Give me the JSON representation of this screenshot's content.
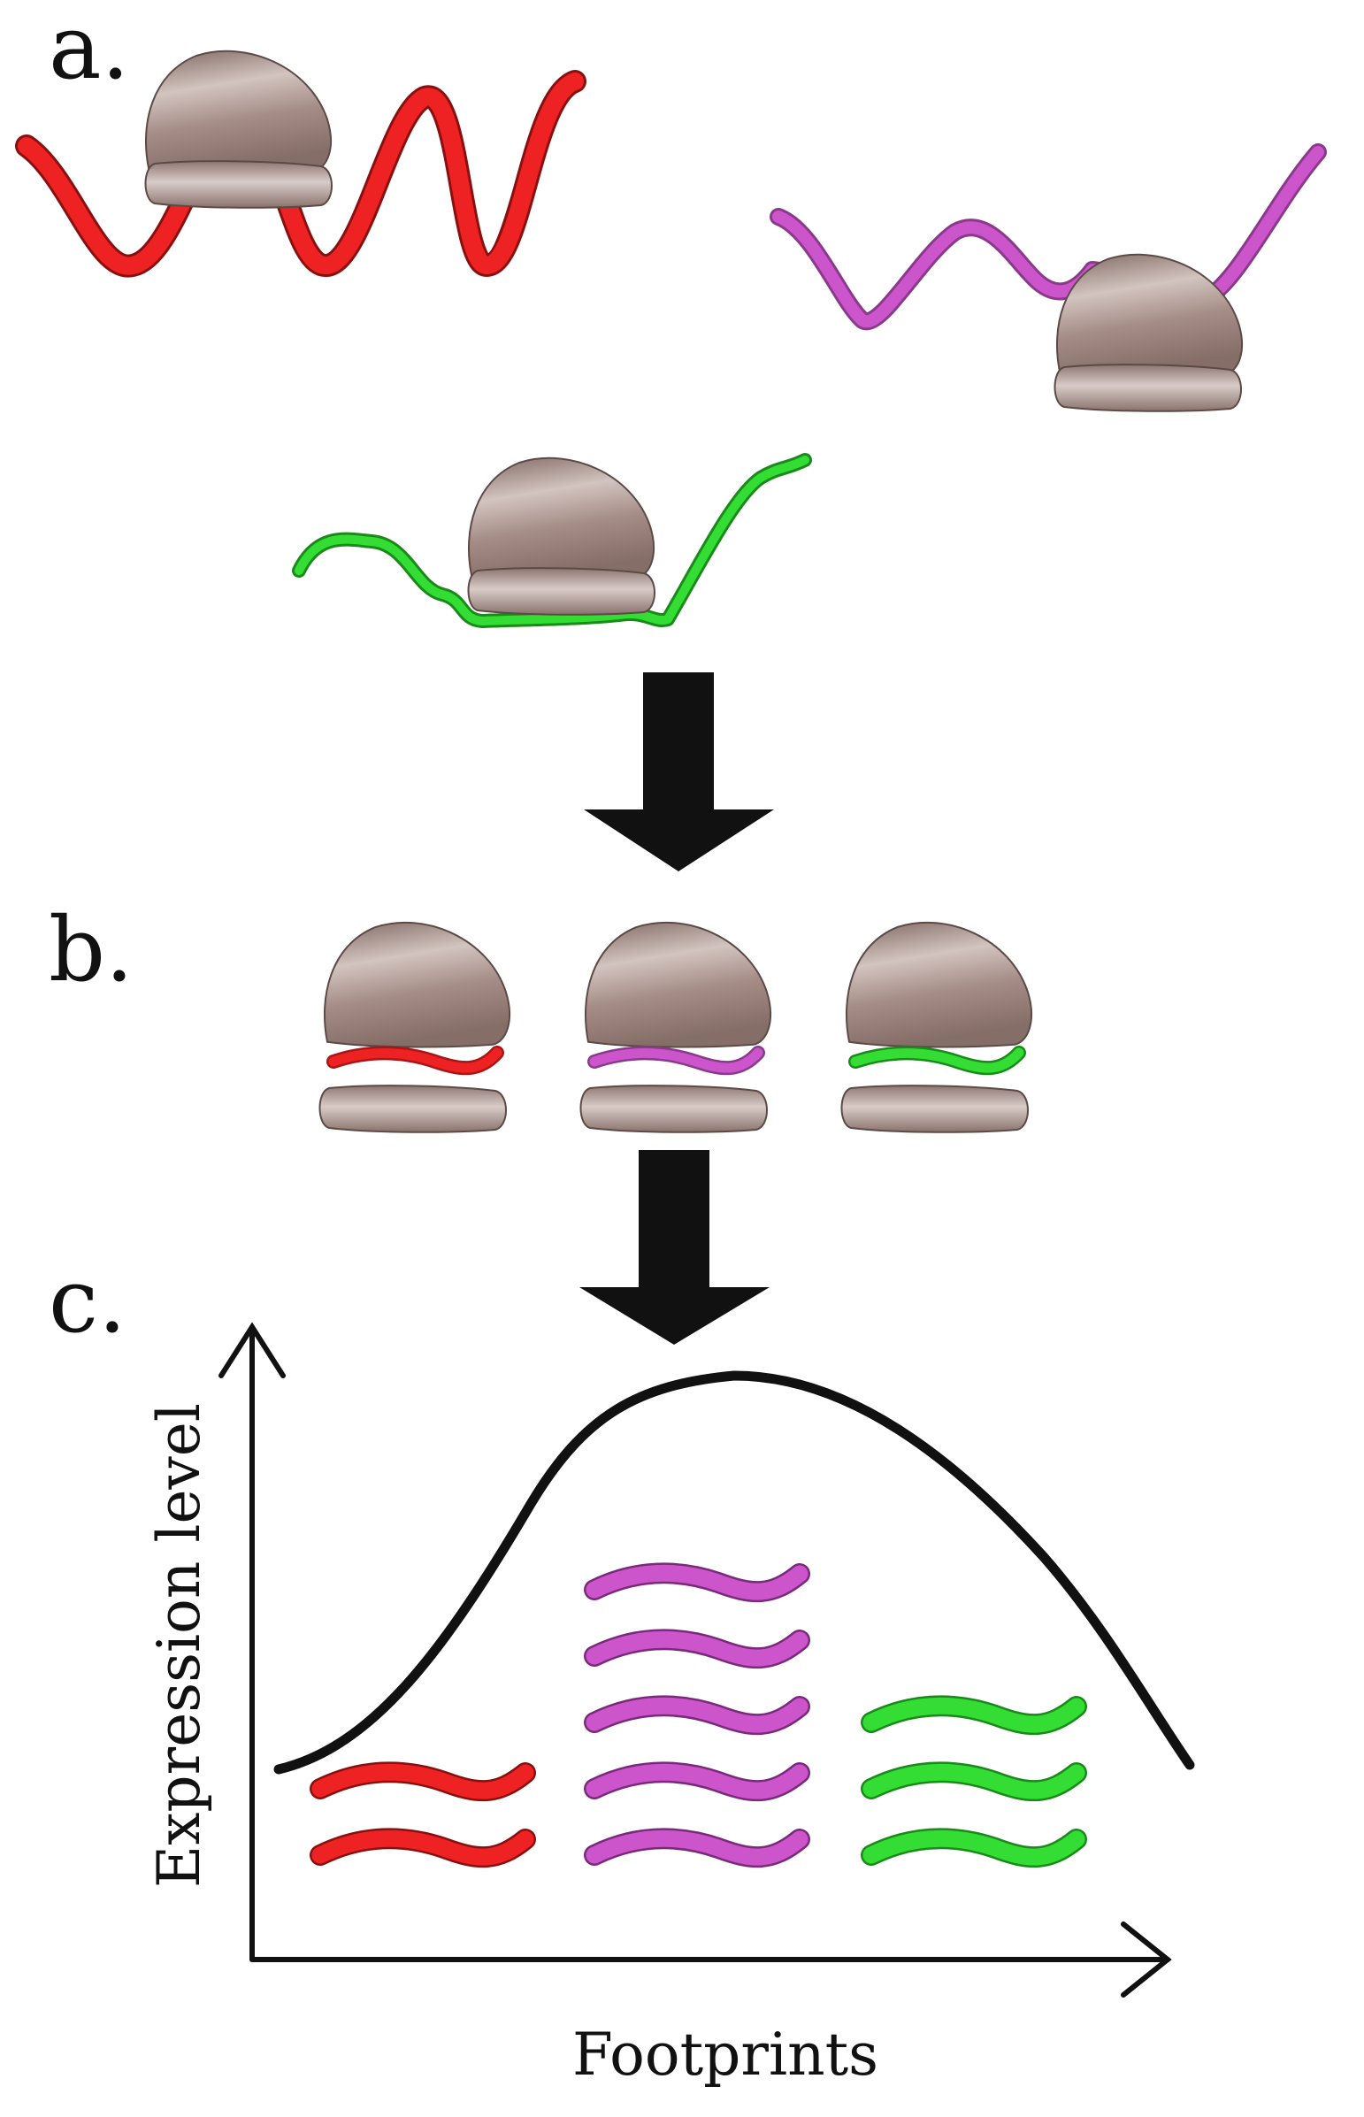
{
  "labels": {
    "panel_a": "a.",
    "panel_b": "b.",
    "panel_c": "c."
  },
  "axes": {
    "y_label": "Expression level",
    "x_label": "Footprints"
  },
  "colors": {
    "red": "#ee2222",
    "purple": "#cc55cc",
    "green": "#33dd33",
    "ribosome": "#9b7e78",
    "ribosome_outline": "#5c4a46",
    "arrow": "#111111",
    "curve": "#111111"
  },
  "footprint_counts": {
    "red": 2,
    "purple": 5,
    "green": 3
  }
}
